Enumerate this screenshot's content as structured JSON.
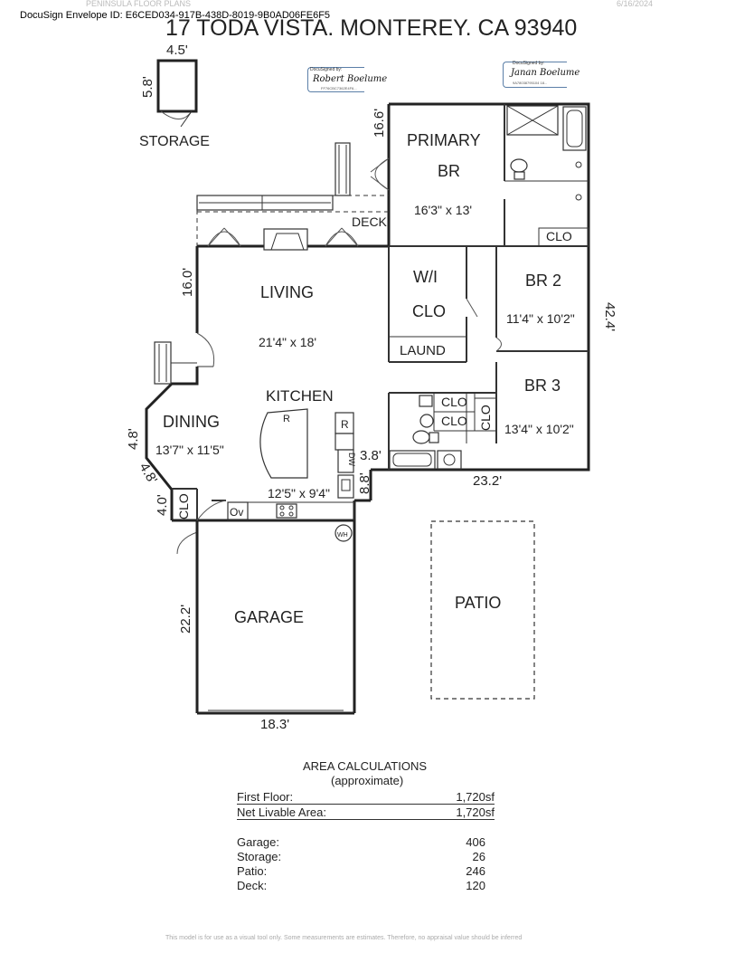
{
  "envelope": {
    "id_text": "DocuSign Envelope ID: E6CED034-917B-438D-8019-9B0AD06FE6F5"
  },
  "header": {
    "company": "PENINSULA FLOOR PLANS",
    "date": "6/16/2024",
    "address": "17 TODA VISTA, MONTEREY, CA  93940"
  },
  "signatures": [
    {
      "caption": "DocuSigned by:",
      "name": "Robert Boelume",
      "hash": "FF76CBC7362E4F6..."
    },
    {
      "caption": "DocuSigned by:",
      "name": "Janan Boelume",
      "hash": "9A78038795104 18..."
    }
  ],
  "rooms": {
    "storage": {
      "label": "STORAGE"
    },
    "primary": {
      "line1": "PRIMARY",
      "line2": "BR",
      "size": "16'3\" x 13'"
    },
    "clo_primary": {
      "label": "CLO"
    },
    "deck": {
      "label": "DECK"
    },
    "living": {
      "label": "LIVING",
      "size": "21'4\" x 18'"
    },
    "wi_clo": {
      "line1": "W/I",
      "line2": "CLO"
    },
    "laund": {
      "label": "LAUND"
    },
    "br2": {
      "label": "BR 2",
      "size": "11'4\" x 10'2\""
    },
    "kitchen": {
      "label": "KITCHEN",
      "size": "12'5\" x 9'4\""
    },
    "dining": {
      "label": "DINING",
      "size": "13'7\" x 11'5\""
    },
    "br3": {
      "label": "BR 3",
      "size": "13'4\" x 10'2\""
    },
    "clo_hall1": {
      "label": "CLO"
    },
    "clo_hall2": {
      "label": "CLO"
    },
    "clo_br3": {
      "label": "CLO"
    },
    "clo_dining": {
      "label": "CLO"
    },
    "garage": {
      "label": "GARAGE"
    },
    "patio": {
      "label": "PATIO"
    }
  },
  "fixtures": {
    "fridge_island": "R",
    "fridge": "R",
    "dishwasher": "DW",
    "oven": "Ov",
    "water_heater": "WH"
  },
  "dimensions": {
    "storage_width": "4.5'",
    "storage_depth": "5.8'",
    "primary_side": "16.6'",
    "living_side": "16.0'",
    "right_side": "42.4'",
    "dining_side": "4.8'",
    "dining_diag": "4.8'",
    "clo_side": "4.0'",
    "hall_step": "3.8'",
    "kitchen_step": "8.8'",
    "bottom_right": "23.2'",
    "garage_side": "22.2'",
    "garage_width": "18.3'"
  },
  "area": {
    "title": "AREA CALCULATIONS",
    "subtitle": "(approximate)",
    "rows_main": [
      {
        "label": "First  Floor:",
        "value": "1,720sf"
      },
      {
        "label": "Net Livable Area:",
        "value": "1,720sf"
      }
    ],
    "rows_other": [
      {
        "label": "Garage:",
        "value": "406"
      },
      {
        "label": "Storage:",
        "value": "26"
      },
      {
        "label": "Patio:",
        "value": "246"
      },
      {
        "label": "Deck:",
        "value": "120"
      }
    ]
  },
  "footer": {
    "disclaimer": "This model is for use as a visual tool only. Some measurements are estimates. Therefore, no appraisal value should be inferred"
  }
}
